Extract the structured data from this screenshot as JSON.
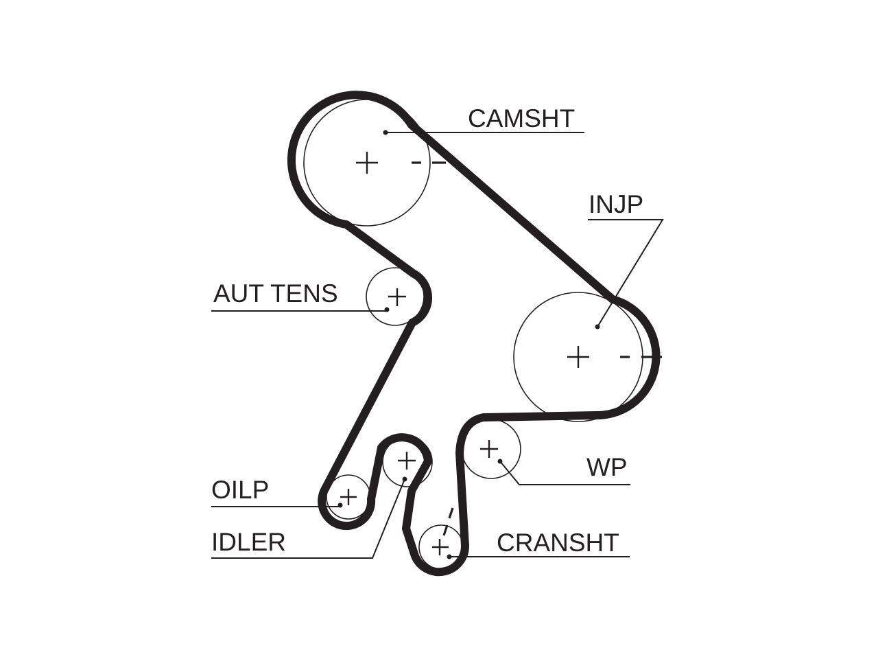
{
  "labels": {
    "camshaft": "CAMSHT",
    "injection_pump": "INJP",
    "auto_tensioner": "AUT TENS",
    "water_pump": "WP",
    "oil_pump": "OILP",
    "idler": "IDLER",
    "crankshaft": "CRANSHT"
  },
  "colors": {
    "line": "#231f20",
    "background": "#ffffff"
  }
}
